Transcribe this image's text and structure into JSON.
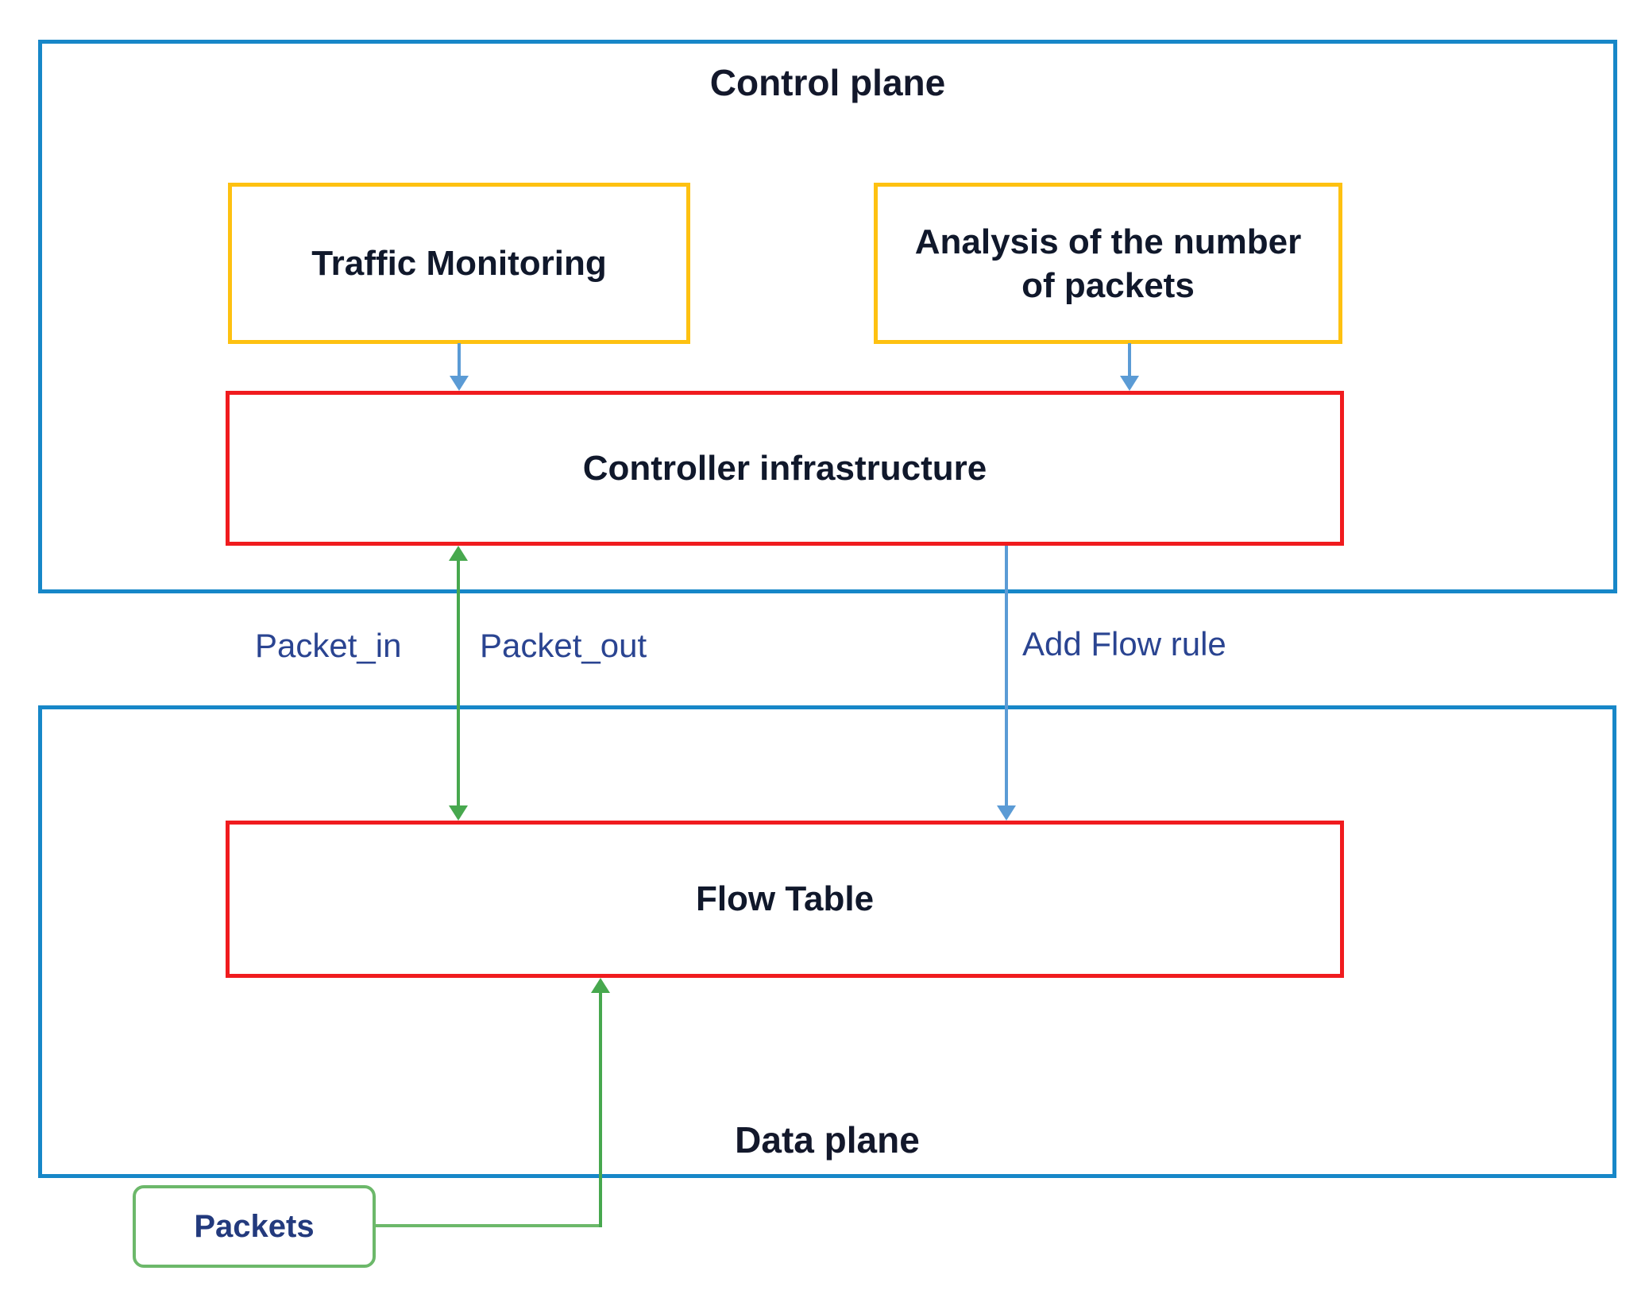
{
  "diagram": {
    "control_plane": {
      "title": "Control plane"
    },
    "data_plane": {
      "title": "Data plane"
    },
    "nodes": {
      "traffic_monitoring": {
        "label": "Traffic Monitoring"
      },
      "analysis": {
        "label": "Analysis of the number of packets"
      },
      "controller": {
        "label": "Controller infrastructure"
      },
      "flow_table": {
        "label": "Flow Table"
      },
      "packets": {
        "label": "Packets"
      }
    },
    "edges": {
      "packet_in": {
        "label": "Packet_in"
      },
      "packet_out": {
        "label": "Packet_out"
      },
      "add_flow_rule": {
        "label": "Add Flow rule"
      }
    },
    "colors": {
      "plane_border": "#1787c8",
      "module_border": "#fec111",
      "core_border": "#f01b1e",
      "packets_border": "#6cb86a",
      "arrow_blue": "#5b9bd5",
      "arrow_green": "#47a84e",
      "edge_label_text": "#2a4491",
      "node_text": "#10182b"
    }
  }
}
